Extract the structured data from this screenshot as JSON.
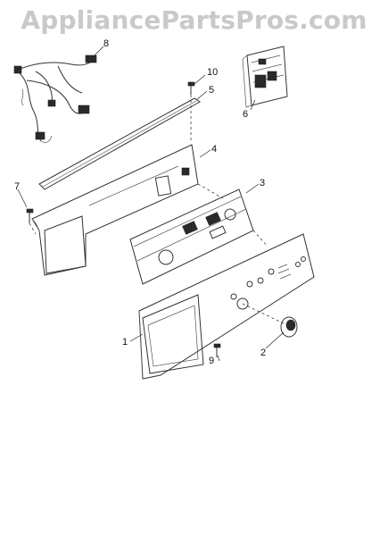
{
  "watermark": "AppliancePartsPros.com",
  "callouts": {
    "p1": "1",
    "p2": "2",
    "p3": "3",
    "p4": "4",
    "p5": "5",
    "p6": "6",
    "p7": "7",
    "p8": "8",
    "p9": "9",
    "p10": "10"
  }
}
